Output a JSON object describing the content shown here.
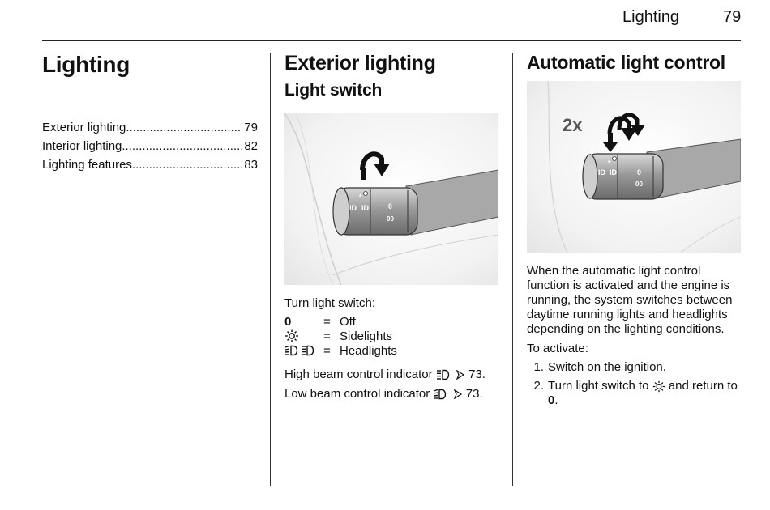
{
  "header": {
    "section": "Lighting",
    "page": "79"
  },
  "column1": {
    "title": "Lighting",
    "toc": [
      {
        "title": "Exterior lighting",
        "page": "79"
      },
      {
        "title": "Interior lighting",
        "page": "82"
      },
      {
        "title": "Lighting features",
        "page": "83"
      }
    ]
  },
  "column2": {
    "title": "Exterior lighting",
    "subtitle": "Light switch",
    "turn_text": "Turn light switch:",
    "legend": [
      {
        "symbol": "0",
        "eq": "=",
        "label": "Off"
      },
      {
        "symbol": "sidelights-icon",
        "eq": "=",
        "label": "Sidelights"
      },
      {
        "symbol": "headlights-icon",
        "eq": "=",
        "label": "Headlights"
      }
    ],
    "high_beam": {
      "text": "High beam control indicator",
      "page": "73."
    },
    "low_beam": {
      "text": "Low beam control indicator",
      "page": "73."
    }
  },
  "column3": {
    "title": "Automatic light control",
    "figure_label": "2x",
    "paragraph": "When the automatic light control function is activated and the engine is running, the system switches between daytime running lights and headlights depending on the lighting conditions.",
    "activate": "To activate:",
    "steps": [
      {
        "num": "1.",
        "text": "Switch on the ignition."
      },
      {
        "num": "2.",
        "text_before": "Turn light switch to",
        "text_after": "and return to",
        "end_symbol": "0",
        "end_punct": "."
      }
    ]
  }
}
